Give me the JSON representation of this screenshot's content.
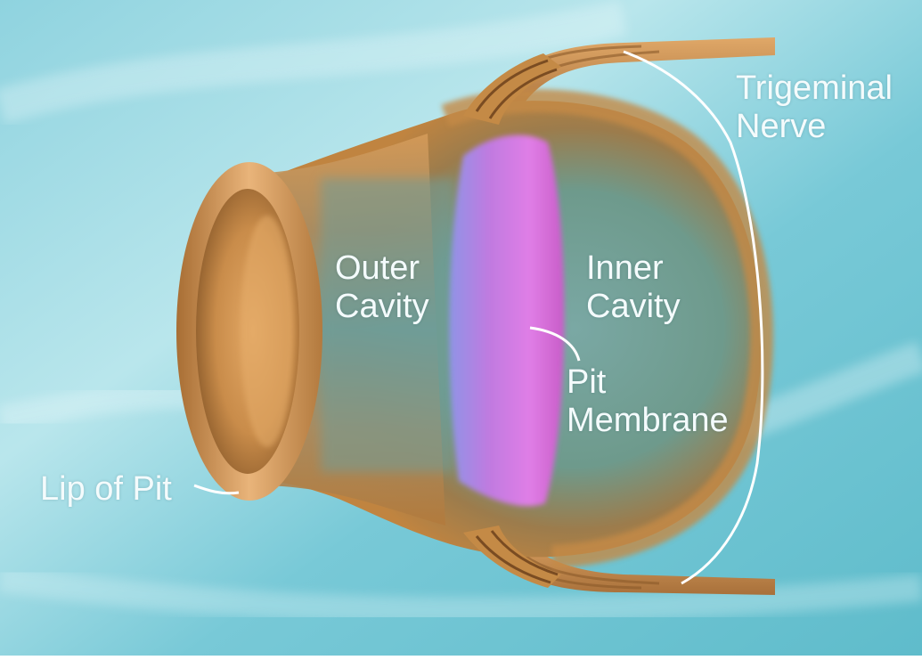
{
  "labels": {
    "trigeminal_nerve": [
      "Trigeminal",
      "Nerve"
    ],
    "outer_cavity": [
      "Outer",
      "Cavity"
    ],
    "inner_cavity": [
      "Inner",
      "Cavity"
    ],
    "pit_membrane": [
      "Pit",
      "Membrane"
    ],
    "lip_of_pit": "Lip of Pit"
  },
  "colors": {
    "background_light": "#bfe8ee",
    "background_mid": "#7fcbd8",
    "background_deep": "#58b6c6",
    "pit_tan": "#c98c4a",
    "pit_dark": "#8a5a2a",
    "cavity_teal": "#5f9c9a",
    "membrane_pink": "#d070d8",
    "membrane_blue": "#8a90e0",
    "label_text": "#f4fbfc",
    "leader_line": "#ffffff"
  }
}
